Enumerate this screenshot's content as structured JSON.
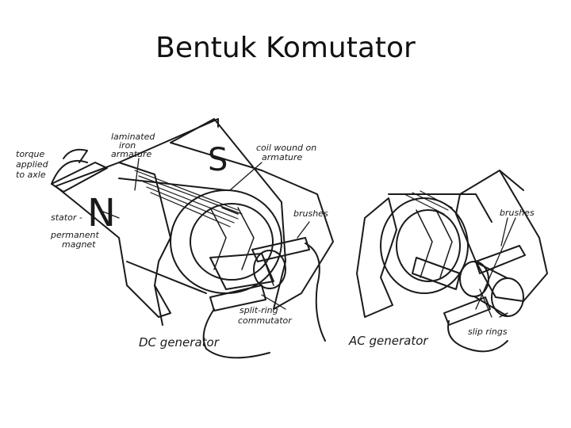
{
  "slide": {
    "title": "Bentuk Komutator"
  },
  "diagram": {
    "dc": {
      "caption": "DC generator",
      "labels": {
        "torque_1": "torque",
        "torque_2": "applied",
        "torque_3": "to axle",
        "laminated_1": "laminated",
        "laminated_2": "iron",
        "laminated_3": "armature",
        "coil_1": "coil wound on",
        "coil_2": "armature",
        "stator_1": "stator -",
        "stator_2": "permanent",
        "stator_3": "magnet",
        "brushes": "brushes",
        "split_1": "split-ring",
        "split_2": "commutator",
        "pole_n": "N",
        "pole_s": "S"
      }
    },
    "ac": {
      "caption": "AC generator",
      "labels": {
        "brushes": "brushes",
        "slip": "slip rings"
      }
    }
  }
}
